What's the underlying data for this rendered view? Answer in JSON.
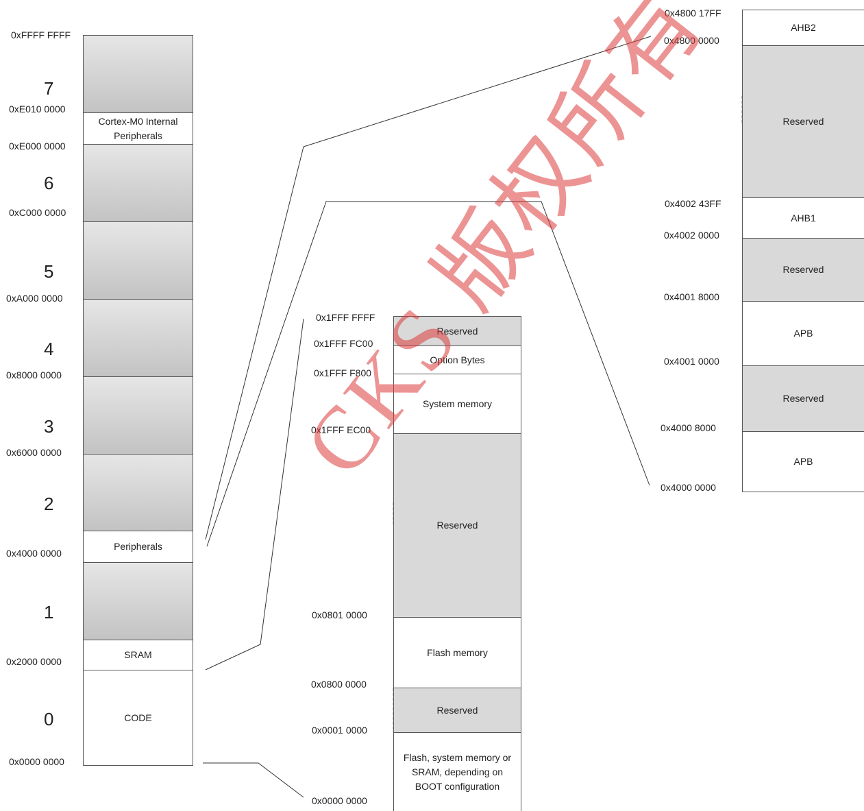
{
  "main_map": {
    "addresses": [
      "0xFFFF FFFF",
      "0xE010 0000",
      "0xE000 0000",
      "0xC000 0000",
      "0xA000 0000",
      "0x8000 0000",
      "0x6000 0000",
      "0x4000 0000",
      "0x2000 0000",
      "0x0000 0000"
    ],
    "regions": [
      "7",
      "6",
      "5",
      "4",
      "3",
      "2",
      "1",
      "0"
    ],
    "blocks": {
      "cortex": "Cortex-M0 Internal Peripherals",
      "peripherals": "Peripherals",
      "sram": "SRAM",
      "code": "CODE"
    }
  },
  "code_map": {
    "addresses": [
      "0x1FFF FFFF",
      "0x1FFF FC00",
      "0x1FFF F800",
      "0x1FFF EC00",
      "0x0801 0000",
      "0x0800 0000",
      "0x0001 0000",
      "0x0000 0000"
    ],
    "blocks": [
      "Reserved",
      "Option Bytes",
      "System memory",
      "Reserved",
      "Flash memory",
      "Reserved",
      "Flash, system memory or SRAM, depending on BOOT configuration"
    ]
  },
  "periph_map": {
    "addresses": [
      "0x4800 17FF",
      "0x4800 0000",
      "0x4002 43FF",
      "0x4002 0000",
      "0x4001 8000",
      "0x4001 0000",
      "0x4000 8000",
      "0x4000 0000"
    ],
    "blocks": [
      "AHB2",
      "Reserved",
      "AHB1",
      "Reserved",
      "APB",
      "Reserved",
      "APB"
    ]
  },
  "watermark": "CKS 版权所有"
}
